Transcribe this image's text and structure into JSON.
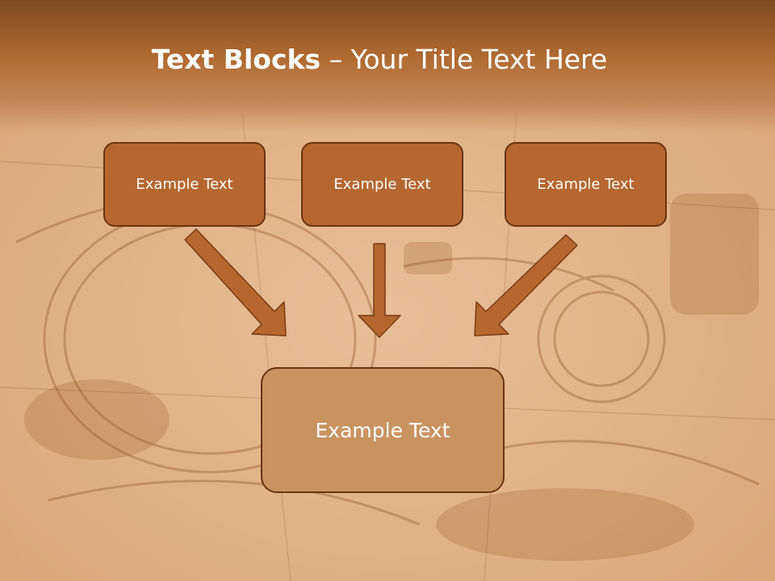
{
  "title": {
    "bold": "Text Blocks",
    "separator": " – ",
    "rest": "Your Title Text Here"
  },
  "boxes": {
    "left": "Example Text",
    "center": "Example Text",
    "right": "Example Text",
    "bottom": "Example Text"
  },
  "colors": {
    "header": "#a45a25",
    "box_fill": "#b5672f",
    "box_bottom_fill": "#c99360",
    "box_border": "#6a3412",
    "arrow_fill": "#b5672f",
    "arrow_stroke": "#7a3c14"
  }
}
